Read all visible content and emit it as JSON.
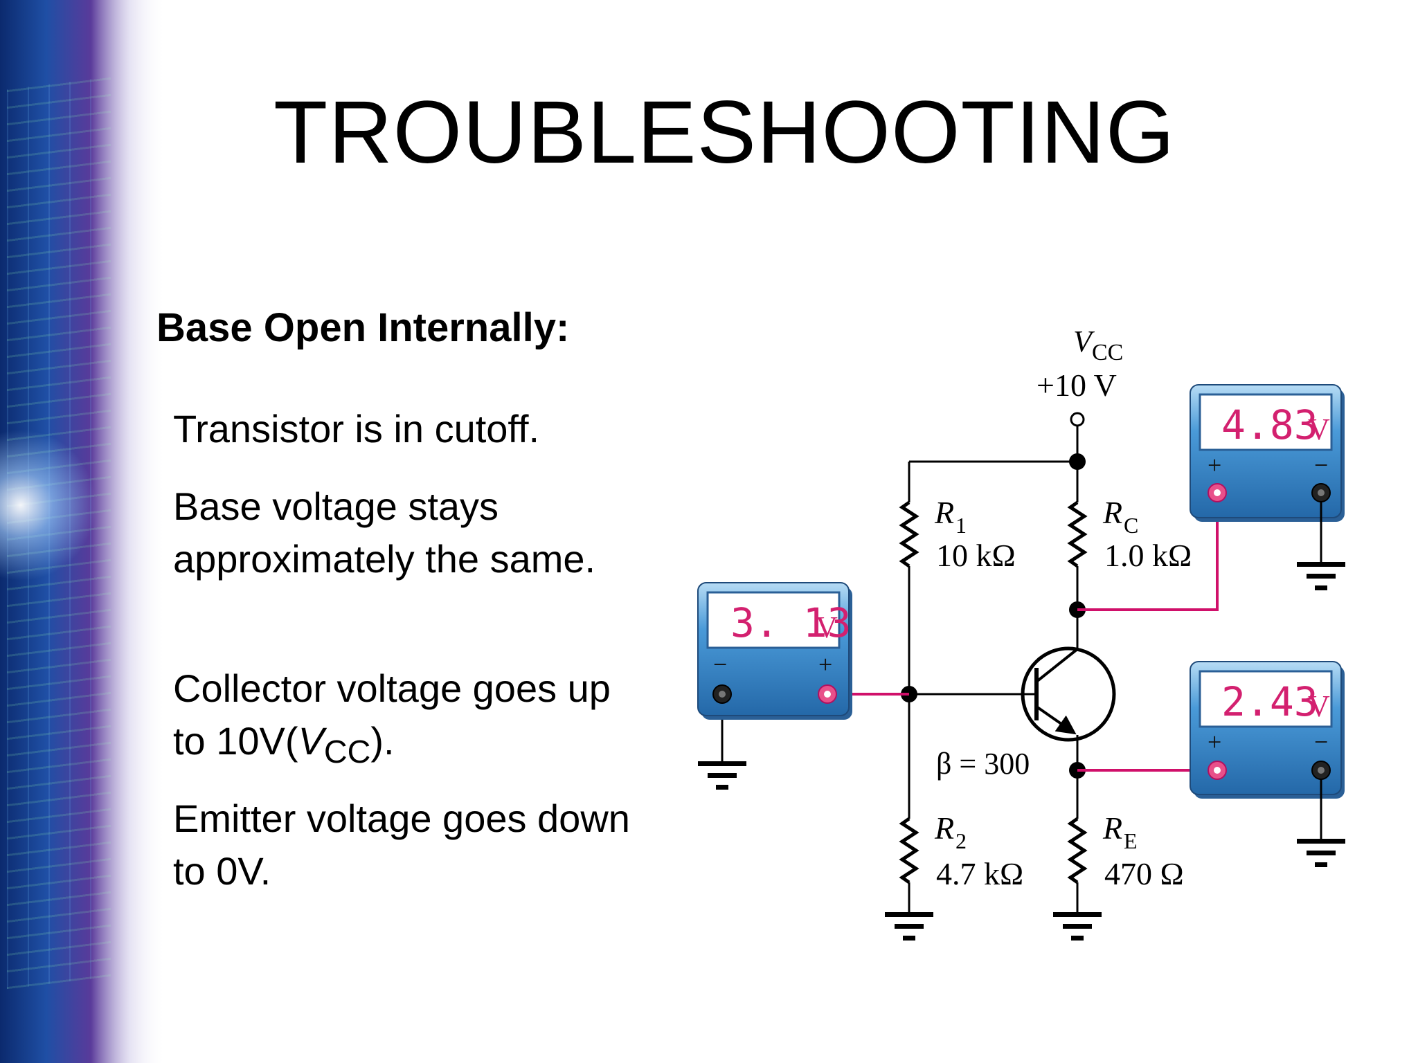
{
  "slide": {
    "title": "TROUBLESHOOTING",
    "heading": "Base Open Internally:",
    "bullets": {
      "b1": "Transistor is in cutoff.",
      "b2": "Base voltage stays approximately the same.",
      "b3_prefix": "Collector voltage goes up to 10V(",
      "b3_sym": "V",
      "b3_sub": "CC",
      "b3_suffix": ").",
      "b4": "Emitter voltage goes down to 0V."
    }
  },
  "circuit": {
    "vcc_symbol": "V",
    "vcc_sub": "CC",
    "vcc_value": "+10 V",
    "r1": {
      "symbol": "R",
      "sub": "1",
      "value": "10 kΩ"
    },
    "rc": {
      "symbol": "R",
      "sub": "C",
      "value": "1.0 kΩ"
    },
    "r2": {
      "symbol": "R",
      "sub": "2",
      "value": "4.7 kΩ"
    },
    "re": {
      "symbol": "R",
      "sub": "E",
      "value": "470 Ω"
    },
    "beta": "β = 300",
    "meters": {
      "base": {
        "reading": "3. 13",
        "unit": "V",
        "left_sign": "−",
        "right_sign": "+"
      },
      "collector": {
        "reading": "4.83",
        "unit": "V",
        "left_sign": "+",
        "right_sign": "−"
      },
      "emitter": {
        "reading": "2.43",
        "unit": "V",
        "left_sign": "+",
        "right_sign": "−"
      }
    }
  },
  "colors": {
    "title": "#000000",
    "wire": "#000000",
    "probe_wire": "#d0106a",
    "meter_body": "#3f8fd0",
    "meter_screen": "#ffffff",
    "meter_digits": "#d3206f"
  }
}
